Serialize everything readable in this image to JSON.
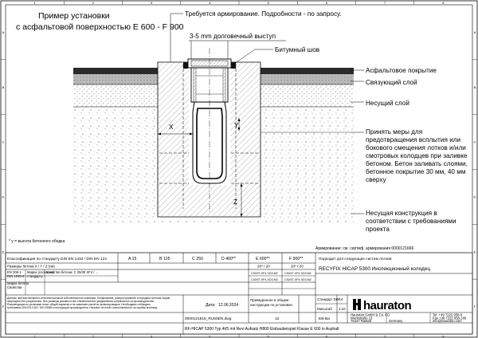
{
  "drawing": {
    "title_lines": [
      "Пример установки",
      "с асфальтовой поверхностью E 600 - F 900"
    ],
    "reinforcement_note": "Требуется армирование. Подробности - по запросу.",
    "protrusion_note": "3-5 mm долговечный выступ",
    "bitumen_label": "Битумный шов",
    "layer_labels": {
      "asphalt": "Асфальтовое покрытие",
      "binder": "Связующий слой",
      "base": "Несущий слой",
      "subbase_lines": [
        "Несущая конструкция в",
        "соответствии с требованиями",
        "проекта"
      ]
    },
    "measures_lines": [
      "Принять меры для",
      "предотвращения всплытия или",
      "бокового смещения лотков и/или",
      "смотровых колодцев при заливке",
      "бетоном. Бетон заливать слоями,",
      "бетонное покрытие 30 мм, 40 мм",
      "сверху"
    ],
    "dim_labels": {
      "x": "X",
      "y": "Y",
      "z": "Z"
    },
    "footnote": "* y = высота бетонного ободка",
    "reinforcement_footer": "Армирование: см. сертиф. армирования 0000121666"
  },
  "title_block": {
    "load_row_label": "Классификация по стандарту DIN EN 1433 / DIN EN 124",
    "load_classes": [
      "A 15",
      "B 125",
      "C 250",
      "D 400**",
      "E 600**",
      "F 900**"
    ],
    "concrete_quality_label": "Качество бетона: C 25/30 XF4 / ...",
    "dims_label": "Размеры бетона X / Y / Z (см)",
    "dims_e600": "20* / 20",
    "dims_f900": "20* / 20",
    "row_e600_a": "C30/37-XF4-XD3-M2",
    "row_e600_b": "C30/37-XF4-XD3-M2",
    "row_f900_a": "C30/37-XF4-XD3-M2",
    "row_f900_b": "C30/37-XF4-XD3-M2",
    "left_small": [
      "EN 206-1",
      "DIN 1045-2",
      "Марка бетона",
      "Свойства",
      "Марка (согласно)",
      "стандарту"
    ],
    "suitable_label": "Подходит для следующих систем лотков:",
    "product": "RECYFIX HICAP 5300 Инспекционный колодец",
    "date_label": "Дата:",
    "date": "12.06.2024",
    "note_lines": [
      "Приведенное в общем",
      "инструкции по установке."
    ],
    "doc_number": "0000121816_RU50EN.dwg",
    "index": "12",
    "sheet": "EB-Ba",
    "standard_label": "Стандарт DIN",
    "standard_value": "A4",
    "scale_label": "Масштаб",
    "scale_value": "1:10",
    "bottom_line": "RF-HICAP 5300 Typ 4t/5 mit Revi Aufsatz H800 Einbaubeispiel Klasse E 600 in Asphalt",
    "company_address_lines": [
      "Hauraton GmbH & Co. KG",
      "Werkstraße 13",
      "76437 Rastatt",
      "Germany"
    ],
    "company_contact_lines": [
      "Tel. +49 7222 958-0",
      "Fax +49 7222 958-180",
      "info@hauraton.com"
    ],
    "logo_text": "hauraton",
    "small_print_lines": [
      "Данные чертежи являются интеллектуальной собственностью компании. Копирование, распространение и передача третьим лицам",
      "запрещены без разрешения. Все размеры указаны в мм. Изменения без уведомления сохраняются за производителем.",
      "Рекомендации по установке носят общий характер и не заменяют расчёты проектировщика. Необходимо соблюдать",
      "требования DIN EN 1433 / DIN 19580 и инструкции производителя. Hauraton не несёт ответственности за ошибки монтажа."
    ]
  },
  "frame": {
    "letters": [
      "A",
      "B",
      "C",
      "D",
      "E",
      "F"
    ],
    "numbers": [
      "1",
      "2",
      "3",
      "4",
      "5",
      "6",
      "7",
      "8"
    ]
  },
  "colors": {
    "line": "#000000",
    "hatch": "#555555",
    "asphalt": "#2b2b2b",
    "binder_dots": "#777777"
  }
}
